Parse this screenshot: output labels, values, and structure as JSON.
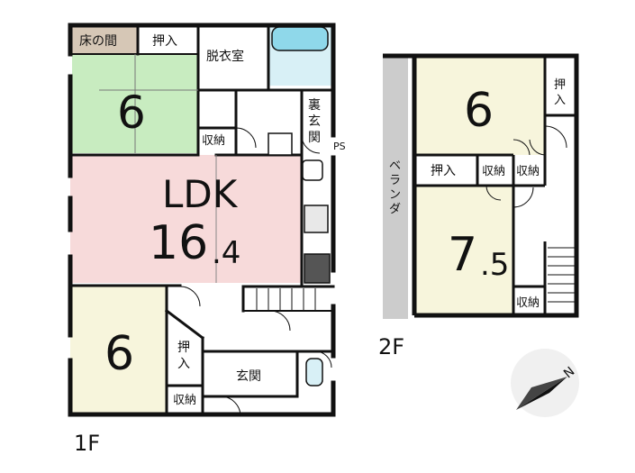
{
  "floor1": {
    "label": "1F",
    "rooms": {
      "tokonoma": "床の間",
      "oshiire_top": "押入",
      "datsuishitsu": "脱衣室",
      "washitsu_size": "6",
      "shuno_1": "収納",
      "ura_genkan": [
        "裏",
        "玄",
        "関"
      ],
      "ps": "PS",
      "ldk_label": "LDK",
      "ldk_size_main": "16",
      "ldk_size_frac": ".4",
      "room_sw_size": "6",
      "oshiire_sw": [
        "押",
        "入"
      ],
      "shuno_sw": "収納",
      "genkan": "玄関"
    }
  },
  "floor2": {
    "label": "2F",
    "rooms": {
      "veranda": [
        "ベ",
        "ラ",
        "ン",
        "ダ"
      ],
      "room_n_size": "6",
      "oshiire_ne": [
        "押",
        "入"
      ],
      "oshiire_mid": "押入",
      "shuno_mid_1": "収納",
      "shuno_mid_2": "収納",
      "room_s_size_main": "7",
      "room_s_size_frac": ".5",
      "shuno_se": "収納"
    }
  },
  "compass": {
    "north_label": "N"
  },
  "colors": {
    "tatami": "#c8ecc0",
    "ldk": "#f7dada",
    "room": "#f7f5dc",
    "tokonoma": "#d6c7b6",
    "bath": "#d8f0f6",
    "veranda": "#cccccc",
    "wall": "#111111"
  }
}
